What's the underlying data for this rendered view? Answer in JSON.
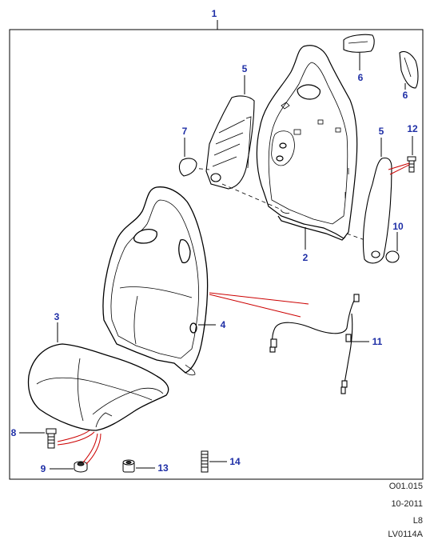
{
  "assembly_label": "1",
  "callouts": {
    "c2": "2",
    "c3": "3",
    "c4": "4",
    "c5a": "5",
    "c5b": "5",
    "c6a": "6",
    "c6b": "6",
    "c7": "7",
    "c8": "8",
    "c9": "9",
    "c10": "10",
    "c11": "11",
    "c12": "12",
    "c13": "13",
    "c14": "14"
  },
  "reference": {
    "code": "O01.015",
    "date": "10-2011",
    "model": "L8",
    "illustration_id": "LV0114A"
  },
  "colors": {
    "callout": "#1f2fa6",
    "leader": "#cc0000",
    "line": "#000000"
  }
}
